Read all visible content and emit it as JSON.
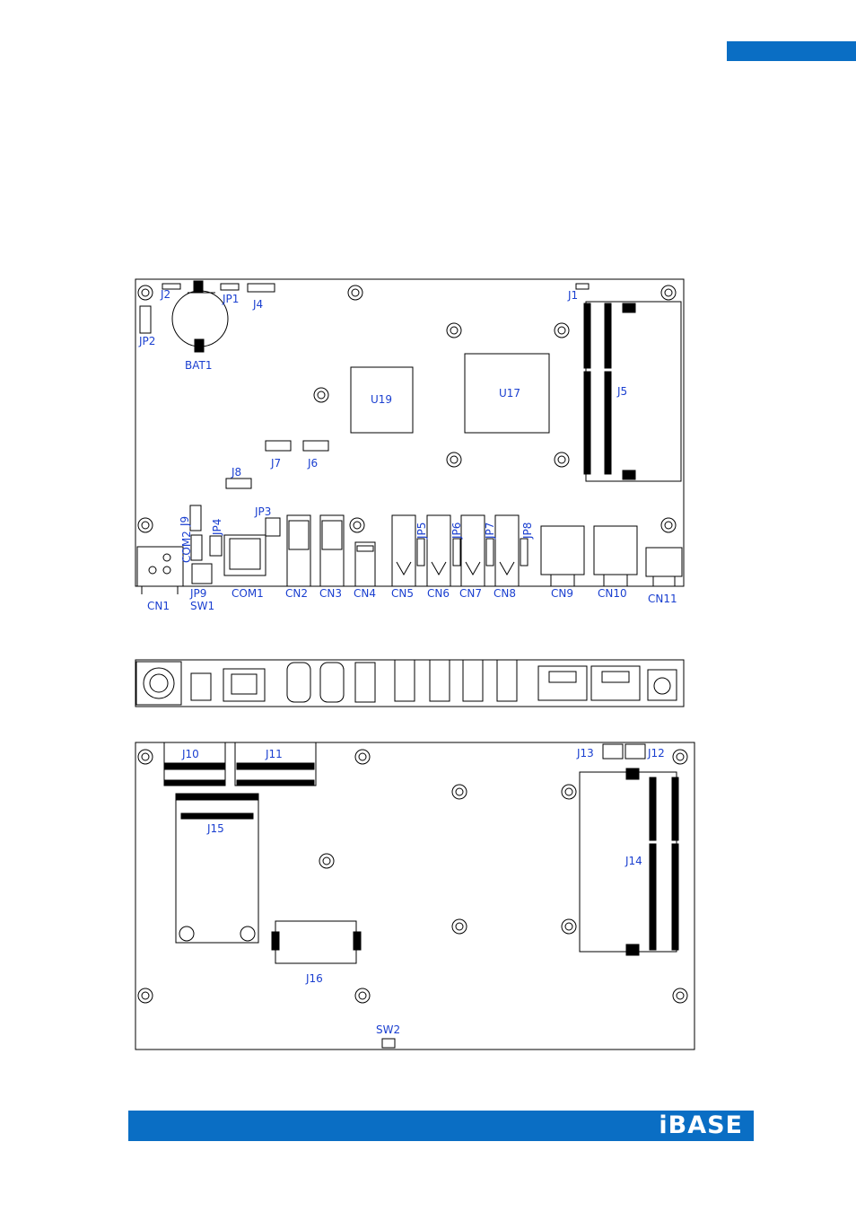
{
  "header": {
    "tab_color": "#0a6ec4"
  },
  "footer": {
    "brand": "iBASE",
    "bar_color": "#0a6ec4"
  },
  "colors": {
    "label": "#1a3fd0",
    "outline": "#000000"
  },
  "top_view": {
    "labels": {
      "j2": "J2",
      "jp1": "JP1",
      "j4": "J4",
      "j1": "J1",
      "jp2": "JP2",
      "bat1": "BAT1",
      "u19": "U19",
      "u17": "U17",
      "j5": "J5",
      "j7": "J7",
      "j6": "J6",
      "j8": "J8",
      "j9": "J9",
      "jp3": "JP3",
      "com2": "COM2",
      "jp4": "JP4",
      "jp5": "JP5",
      "jp6": "JP6",
      "jp7": "JP7",
      "jp8": "JP8",
      "cn1": "CN1",
      "jp9": "JP9",
      "sw1": "SW1",
      "com1": "COM1",
      "cn2": "CN2",
      "cn3": "CN3",
      "cn4": "CN4",
      "cn5": "CN5",
      "cn6": "CN6",
      "cn7": "CN7",
      "cn8": "CN8",
      "cn9": "CN9",
      "cn10": "CN10",
      "cn11": "CN11"
    }
  },
  "bottom_view": {
    "labels": {
      "j10": "J10",
      "j11": "J11",
      "j13": "J13",
      "j12": "J12",
      "j15": "J15",
      "j14": "J14",
      "j16": "J16",
      "sw2": "SW2"
    }
  }
}
